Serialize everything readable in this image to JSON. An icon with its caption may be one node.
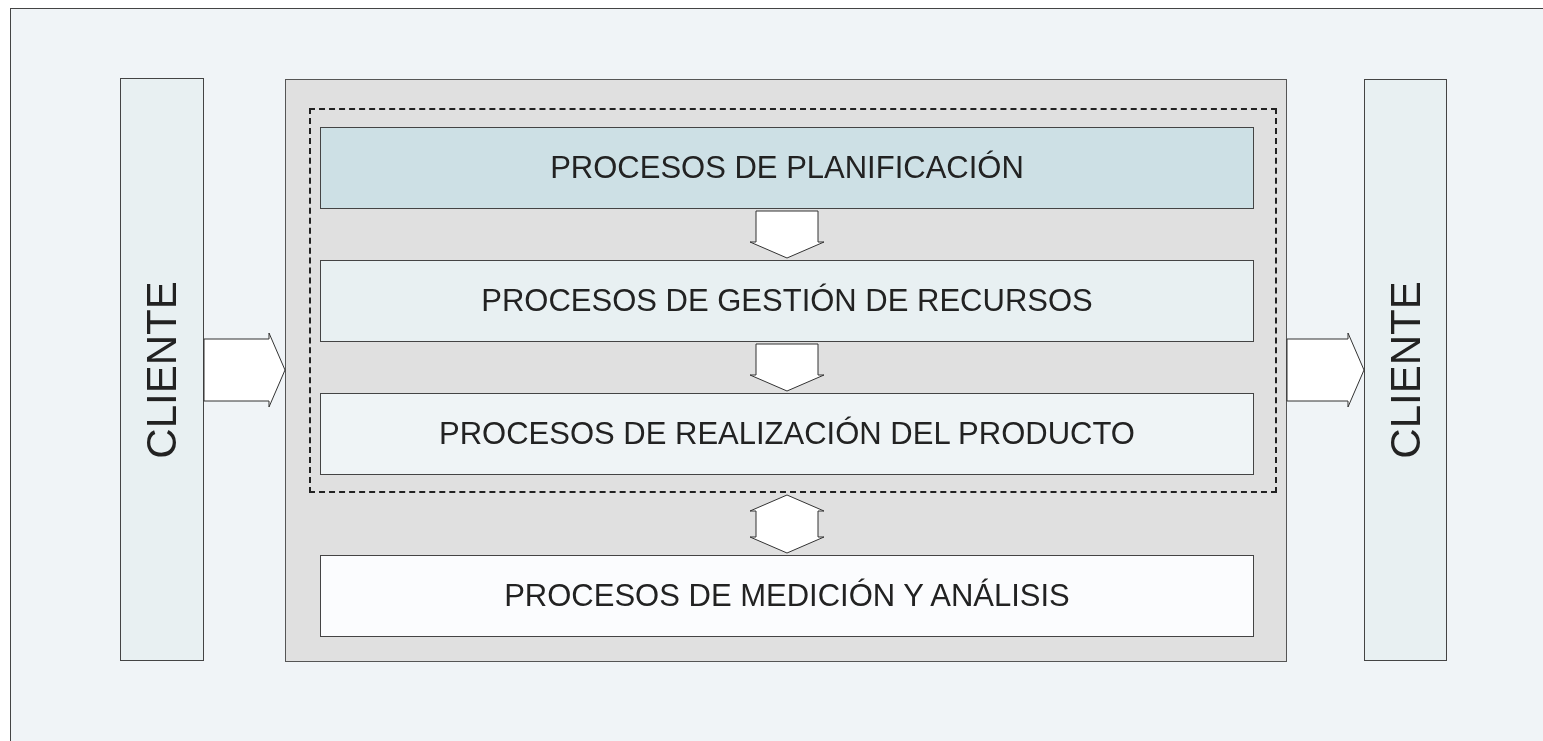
{
  "diagram": {
    "nodes": [
      {
        "text": [
          "CLIENTE"
        ]
      },
      {
        "text": [],
        "shape": "box"
      },
      {
        "text": [],
        "shape": "box",
        "in": 1
      },
      {
        "text": [
          "PROCESOS DE PLANIFICACIÓN"
        ],
        "in": 2
      },
      {
        "text": [
          "PROCESOS DE GESTIÓN DE RECURSOS"
        ],
        "in": 2
      },
      {
        "text": [
          "PROCESOS DE REALIZACIÓN DEL PRODUCTO"
        ],
        "in": 2
      },
      {
        "text": [
          "PROCESOS DE MEDICIÓN Y ANÁLISIS"
        ],
        "in": 1
      },
      {
        "text": [
          "CLIENTE"
        ]
      }
    ],
    "edges": [
      {
        "from": 0,
        "to": 1,
        "arrow": "to"
      },
      {
        "from": 1,
        "to": 7,
        "arrow": "to"
      },
      {
        "from": 3,
        "to": 4,
        "arrow": "to"
      },
      {
        "from": 4,
        "to": 5,
        "arrow": "to"
      },
      {
        "from": 2,
        "to": 6,
        "arrow": "both"
      }
    ]
  }
}
